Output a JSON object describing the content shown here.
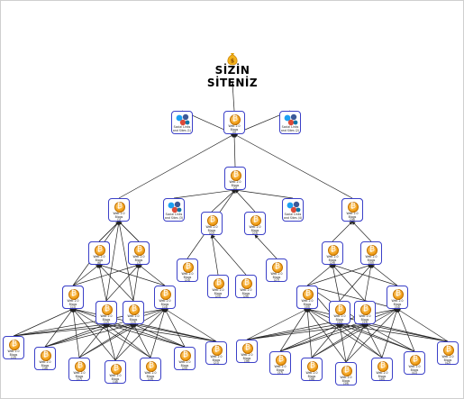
{
  "site": {
    "title": "SİZİN SİTENİZ",
    "icon": "money-bag-icon"
  },
  "node_label": "Web 2.0 Blogs",
  "social_label": "Social Links and Sites",
  "colors": {
    "edge": "#222222",
    "node_border": "#3b40c8",
    "coin": "#f2a21c"
  },
  "social_nodes": [
    {
      "id": "s1",
      "caption": "(1)"
    },
    {
      "id": "s2",
      "caption": "(2)"
    },
    {
      "id": "s3",
      "caption": "(3)"
    },
    {
      "id": "s4",
      "caption": "(4)"
    }
  ],
  "blog_nodes": [
    {
      "id": "b0",
      "caption": "(0)"
    },
    {
      "id": "b1",
      "caption": "(1)"
    },
    {
      "id": "b2",
      "caption": "(2)"
    },
    {
      "id": "b3",
      "caption": "(3)"
    },
    {
      "id": "b4",
      "caption": "(4)"
    },
    {
      "id": "b5",
      "caption": "(5)"
    },
    {
      "id": "b6",
      "caption": "(6)"
    },
    {
      "id": "b7",
      "caption": "(7)"
    },
    {
      "id": "b8",
      "caption": "(8)"
    },
    {
      "id": "b9",
      "caption": "(9)"
    },
    {
      "id": "b10",
      "caption": "(10)"
    },
    {
      "id": "b11",
      "caption": "(11)"
    },
    {
      "id": "b12",
      "caption": "(12)"
    },
    {
      "id": "b13",
      "caption": "(13)"
    },
    {
      "id": "b14",
      "caption": "(14)"
    },
    {
      "id": "b15",
      "caption": "(15)"
    },
    {
      "id": "b16",
      "caption": "(16)"
    },
    {
      "id": "b17",
      "caption": "(17)"
    },
    {
      "id": "b18",
      "caption": "(18)"
    },
    {
      "id": "b19",
      "caption": "(19)"
    },
    {
      "id": "b20",
      "caption": "(20)"
    },
    {
      "id": "b21",
      "caption": "(21)"
    },
    {
      "id": "b22",
      "caption": "(22)"
    },
    {
      "id": "b23",
      "caption": "(23)"
    },
    {
      "id": "b24",
      "caption": "(24)"
    },
    {
      "id": "b25",
      "caption": "(25)"
    },
    {
      "id": "b26",
      "caption": "(26)"
    },
    {
      "id": "b27",
      "caption": "(27)"
    },
    {
      "id": "b28",
      "caption": "(28)"
    },
    {
      "id": "b29",
      "caption": "(29)"
    },
    {
      "id": "b30",
      "caption": "(30)"
    },
    {
      "id": "b31",
      "caption": "(31)"
    },
    {
      "id": "b32",
      "caption": "(32)"
    },
    {
      "id": "b33",
      "caption": "(33)"
    },
    {
      "id": "b34",
      "caption": "(34)"
    },
    {
      "id": "b35",
      "caption": "(35)"
    },
    {
      "id": "b36",
      "caption": "(36)"
    },
    {
      "id": "b37",
      "caption": "(37)"
    },
    {
      "id": "b38",
      "caption": "(38)"
    },
    {
      "id": "b39",
      "caption": "(39)"
    },
    {
      "id": "b40",
      "caption": "(40)"
    },
    {
      "id": "b41",
      "caption": "(41)"
    },
    {
      "id": "b42",
      "caption": "(42)"
    }
  ],
  "edges": [
    [
      "b0",
      "site"
    ],
    [
      "s1",
      "b0"
    ],
    [
      "s2",
      "b0"
    ],
    [
      "b1",
      "b0"
    ],
    [
      "b2",
      "b0"
    ],
    [
      "b3",
      "b0"
    ],
    [
      "s3",
      "b2"
    ],
    [
      "s4",
      "b2"
    ],
    [
      "b4",
      "b1"
    ],
    [
      "b5",
      "b1"
    ],
    [
      "b6",
      "b1"
    ],
    [
      "b4",
      "b1"
    ],
    [
      "b7",
      "b1"
    ],
    [
      "b8",
      "b1"
    ],
    [
      "b9",
      "b1"
    ],
    [
      "b10",
      "b1"
    ],
    [
      "b11",
      "b4"
    ],
    [
      "b11",
      "b5"
    ],
    [
      "b12",
      "b4"
    ],
    [
      "b12",
      "b5"
    ],
    [
      "b13",
      "b4"
    ],
    [
      "b13",
      "b5"
    ],
    [
      "b14",
      "b4"
    ],
    [
      "b14",
      "b5"
    ],
    [
      "b15",
      "b11"
    ],
    [
      "b15",
      "b12"
    ],
    [
      "b15",
      "b13"
    ],
    [
      "b15",
      "b14"
    ],
    [
      "b16",
      "b11"
    ],
    [
      "b16",
      "b12"
    ],
    [
      "b16",
      "b13"
    ],
    [
      "b16",
      "b14"
    ],
    [
      "b17",
      "b11"
    ],
    [
      "b17",
      "b12"
    ],
    [
      "b17",
      "b13"
    ],
    [
      "b17",
      "b14"
    ],
    [
      "b18",
      "b11"
    ],
    [
      "b18",
      "b12"
    ],
    [
      "b18",
      "b13"
    ],
    [
      "b18",
      "b14"
    ],
    [
      "b19",
      "b11"
    ],
    [
      "b19",
      "b12"
    ],
    [
      "b19",
      "b13"
    ],
    [
      "b19",
      "b14"
    ],
    [
      "b20",
      "b11"
    ],
    [
      "b20",
      "b12"
    ],
    [
      "b20",
      "b13"
    ],
    [
      "b20",
      "b14"
    ],
    [
      "b21",
      "b11"
    ],
    [
      "b21",
      "b12"
    ],
    [
      "b21",
      "b13"
    ],
    [
      "b21",
      "b14"
    ],
    [
      "b22",
      "b2"
    ],
    [
      "b23",
      "b2"
    ],
    [
      "b24",
      "b2"
    ],
    [
      "b25",
      "b22"
    ],
    [
      "b26",
      "b22"
    ],
    [
      "b27",
      "b23"
    ],
    [
      "b28",
      "b3"
    ],
    [
      "b29",
      "b28"
    ],
    [
      "b30",
      "b28"
    ],
    [
      "b31",
      "b29"
    ],
    [
      "b31",
      "b30"
    ],
    [
      "b32",
      "b29"
    ],
    [
      "b32",
      "b30"
    ],
    [
      "b33",
      "b29"
    ],
    [
      "b33",
      "b30"
    ],
    [
      "b34",
      "b29"
    ],
    [
      "b34",
      "b30"
    ],
    [
      "b35",
      "b31"
    ],
    [
      "b35",
      "b32"
    ],
    [
      "b35",
      "b33"
    ],
    [
      "b35",
      "b34"
    ],
    [
      "b36",
      "b31"
    ],
    [
      "b36",
      "b32"
    ],
    [
      "b36",
      "b33"
    ],
    [
      "b36",
      "b34"
    ],
    [
      "b37",
      "b31"
    ],
    [
      "b37",
      "b32"
    ],
    [
      "b37",
      "b33"
    ],
    [
      "b37",
      "b34"
    ],
    [
      "b38",
      "b31"
    ],
    [
      "b38",
      "b32"
    ],
    [
      "b38",
      "b33"
    ],
    [
      "b38",
      "b34"
    ],
    [
      "b39",
      "b31"
    ],
    [
      "b39",
      "b32"
    ],
    [
      "b39",
      "b33"
    ],
    [
      "b39",
      "b34"
    ],
    [
      "b40",
      "b31"
    ],
    [
      "b40",
      "b32"
    ],
    [
      "b40",
      "b33"
    ],
    [
      "b40",
      "b34"
    ],
    [
      "b41",
      "b31"
    ],
    [
      "b41",
      "b32"
    ],
    [
      "b41",
      "b33"
    ],
    [
      "b41",
      "b34"
    ],
    [
      "b42",
      "b31"
    ],
    [
      "b42",
      "b32"
    ],
    [
      "b42",
      "b33"
    ],
    [
      "b42",
      "b34"
    ]
  ]
}
